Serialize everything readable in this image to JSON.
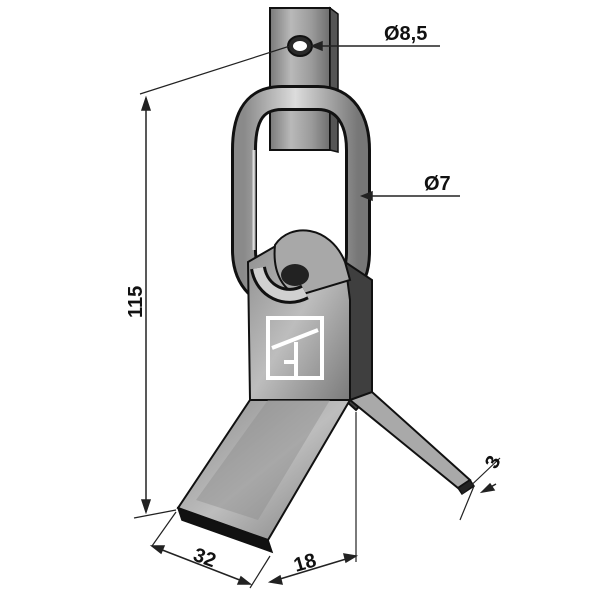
{
  "dimensions": {
    "hole_diameter": "Ø8,5",
    "ring_diameter": "Ø7",
    "height": "115",
    "blade_width": "32",
    "wing_length": "18",
    "thickness": "3"
  },
  "colors": {
    "metal": "#9c9c9c",
    "metal_dark": "#5e5e5e",
    "metal_light": "#c8c8c8",
    "edge": "#111111",
    "dim_line": "#222222"
  },
  "logo": {
    "icon": "manufacturer-logo-icon"
  }
}
